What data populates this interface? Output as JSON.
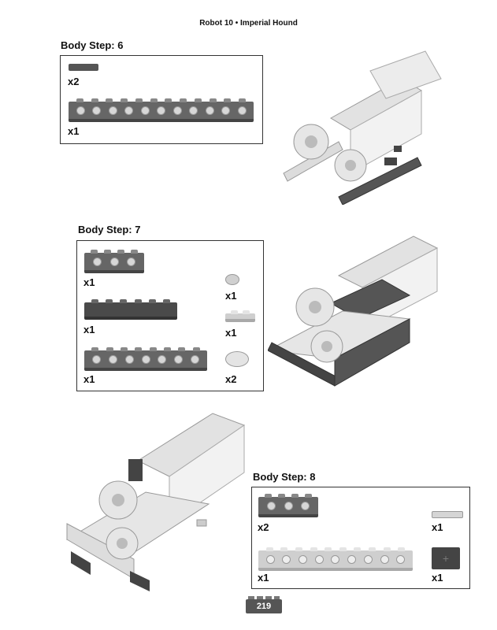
{
  "header": {
    "title": "Robot 10 • Imperial Hound"
  },
  "steps": [
    {
      "title": "Body Step: 6",
      "parts": [
        {
          "qty": "x2",
          "icon": "axle-pin-icon"
        },
        {
          "qty": "x1",
          "icon": "technic-beam-12-icon"
        }
      ]
    },
    {
      "title": "Body Step: 7",
      "parts": [
        {
          "qty": "x1",
          "icon": "technic-beam-4-icon"
        },
        {
          "qty": "x1",
          "icon": "plate-2x6-icon"
        },
        {
          "qty": "x1",
          "icon": "technic-beam-8-icon"
        },
        {
          "qty": "x1",
          "icon": "round-tile-icon"
        },
        {
          "qty": "x1",
          "icon": "plate-1x2-icon"
        },
        {
          "qty": "x2",
          "icon": "round-plate-2x2-icon"
        }
      ]
    },
    {
      "title": "Body Step: 8",
      "parts": [
        {
          "qty": "x2",
          "icon": "technic-beam-4-icon"
        },
        {
          "qty": "x1",
          "icon": "technic-beam-12-light-icon"
        },
        {
          "qty": "x1",
          "icon": "axle-pin-light-icon"
        },
        {
          "qty": "x1",
          "icon": "axle-brick-icon"
        }
      ]
    }
  ],
  "footer": {
    "page_number": "219"
  },
  "colors": {
    "dark_gray": "#666666",
    "light_gray": "#cfcfcf",
    "white": "#ffffff"
  }
}
